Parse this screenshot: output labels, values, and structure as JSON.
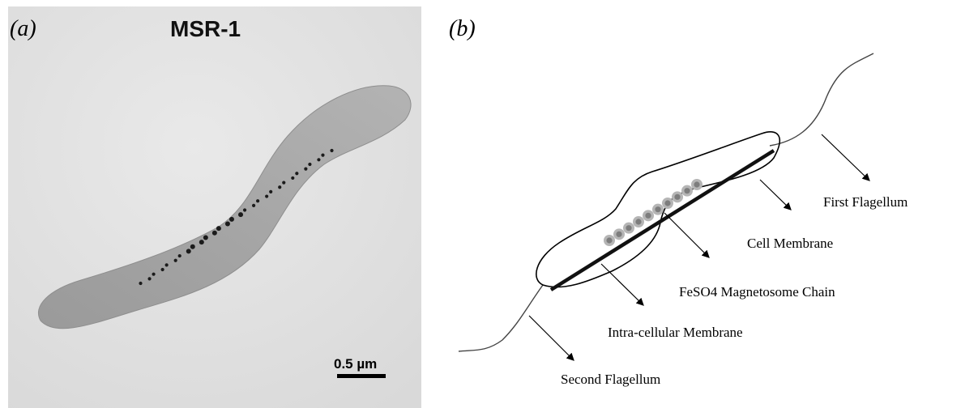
{
  "panel_a": {
    "label": "(a)",
    "title": "MSR-1",
    "scale_bar": "0.5 µm"
  },
  "panel_b": {
    "label": "(b)",
    "annotations": {
      "first_flagellum": "First Flagellum",
      "cell_membrane": "Cell Membrane",
      "magnetosome_chain": "FeSO4 Magnetosome Chain",
      "intracellular_membrane": "Intra-cellular Membrane",
      "second_flagellum": "Second Flagellum"
    }
  }
}
